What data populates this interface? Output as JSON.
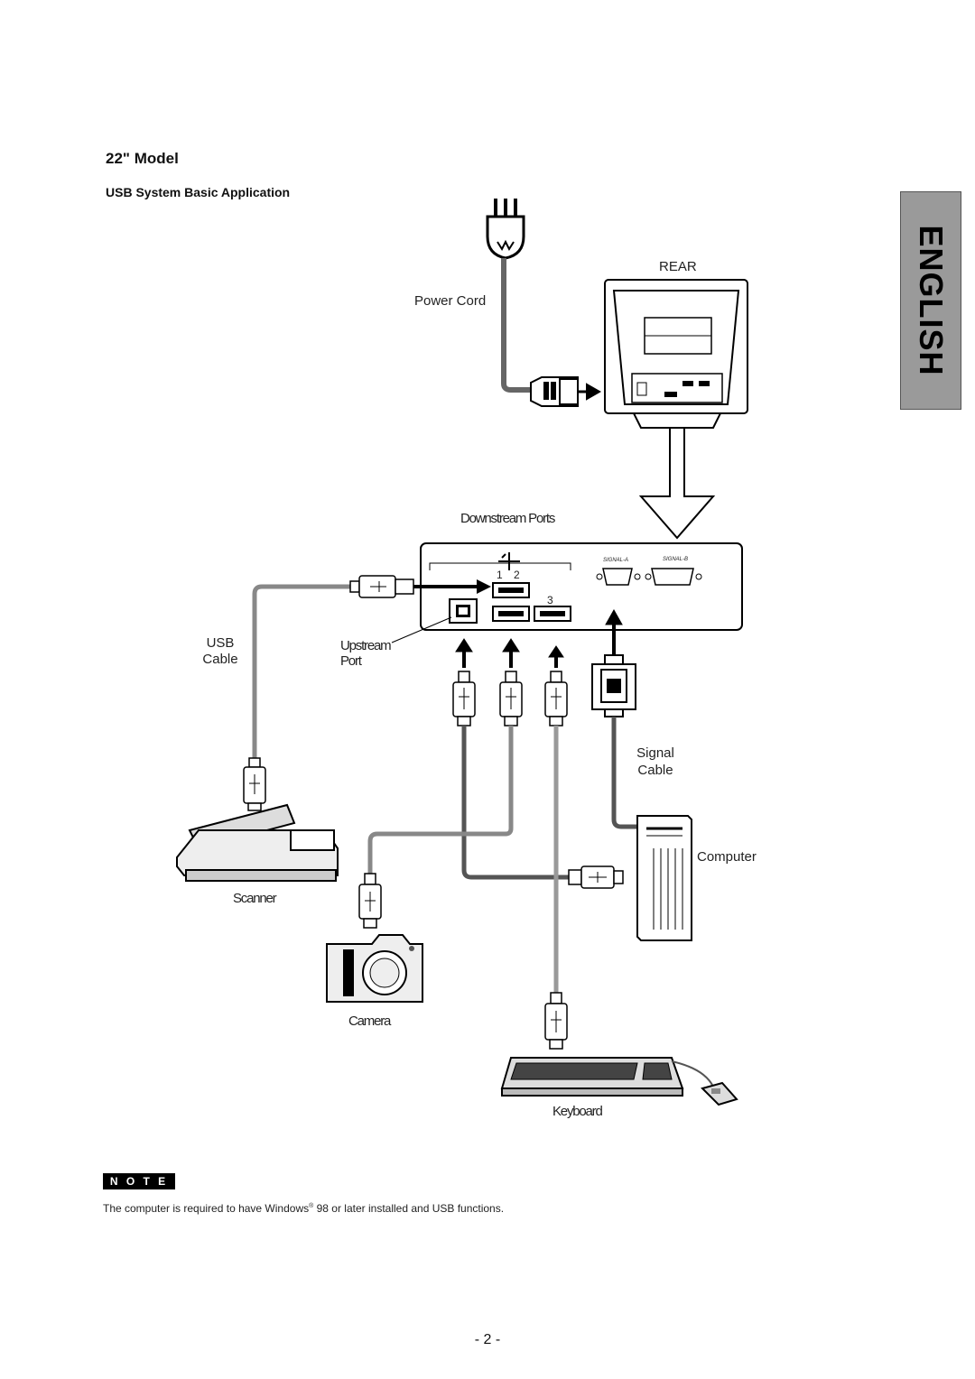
{
  "header": {
    "model_title": "22\" Model",
    "section_title": "USB System Basic Application"
  },
  "language_tab": "ENGLISH",
  "diagram": {
    "rear_label": "REAR",
    "power_cord_label": "Power Cord",
    "downstream_ports_label": "Downstream Ports",
    "port_numbers": [
      "1",
      "2",
      "3"
    ],
    "signal_a_label": "SIGNAL-A",
    "signal_b_label": "SIGNAL-B",
    "usb_cable_label_1": "USB",
    "usb_cable_label_2": "Cable",
    "upstream_port_label_1": "Upstream",
    "upstream_port_label_2": "Port",
    "signal_cable_label_1": "Signal",
    "signal_cable_label_2": "Cable",
    "computer_label": "Computer",
    "scanner_label": "Scanner",
    "camera_label": "Camera",
    "keyboard_label": "Keyboard"
  },
  "note": {
    "badge": "N O T E",
    "text_before": "The computer is required to have Windows",
    "registered_mark": "®",
    "text_after": " 98 or later installed and USB functions."
  },
  "page_number": "- 2 -"
}
